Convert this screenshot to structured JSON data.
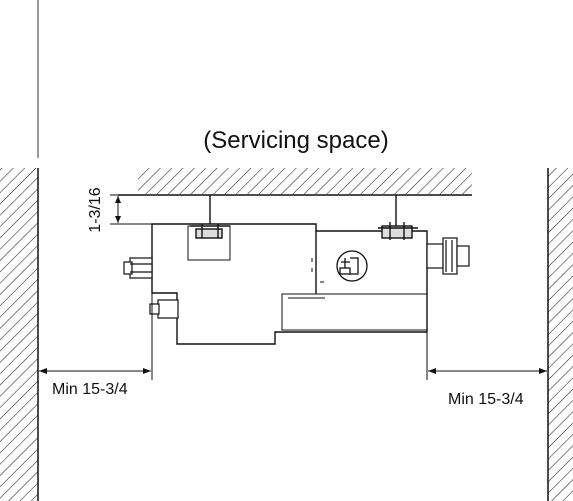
{
  "diagram": {
    "servicing_space_label": "(Servicing space)",
    "top_clearance_label": "1-3/16",
    "left_clearance_label": "Min 15-3/4",
    "right_clearance_label": "Min 15-3/4"
  },
  "colors": {
    "line": "#111111",
    "hatch": "#222222",
    "background": "#ffffff"
  }
}
